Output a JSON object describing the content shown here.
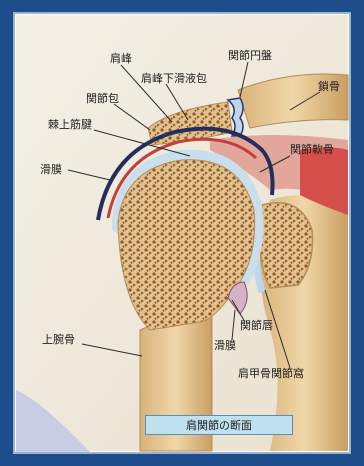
{
  "colors": {
    "border": "#1d4d8a",
    "background": "#ffffff",
    "bone": "#e6c89a",
    "bone_dark": "#b7884f",
    "cartilage": "#c9dfee",
    "capsule": "#232e5c",
    "synovium": "#c0413c",
    "muscle": "#d86560",
    "caption_fill": "#bfe0ef"
  },
  "labels": {
    "acromion": "肩峰",
    "subacromial_bursa": "肩峰下滑液包",
    "articular_disc": "関節円盤",
    "clavicle": "鎖骨",
    "joint_capsule": "関節包",
    "supraspinatus_tendon": "棘上筋腱",
    "articular_cartilage": "関節軟骨",
    "synovial_membrane": "滑膜",
    "humerus": "上腕骨",
    "glenoid_labrum": "関節唇",
    "synovial_membrane_lower": "滑膜",
    "glenoid_fossa": "肩甲骨関節窩"
  },
  "caption": "肩関節の断面"
}
